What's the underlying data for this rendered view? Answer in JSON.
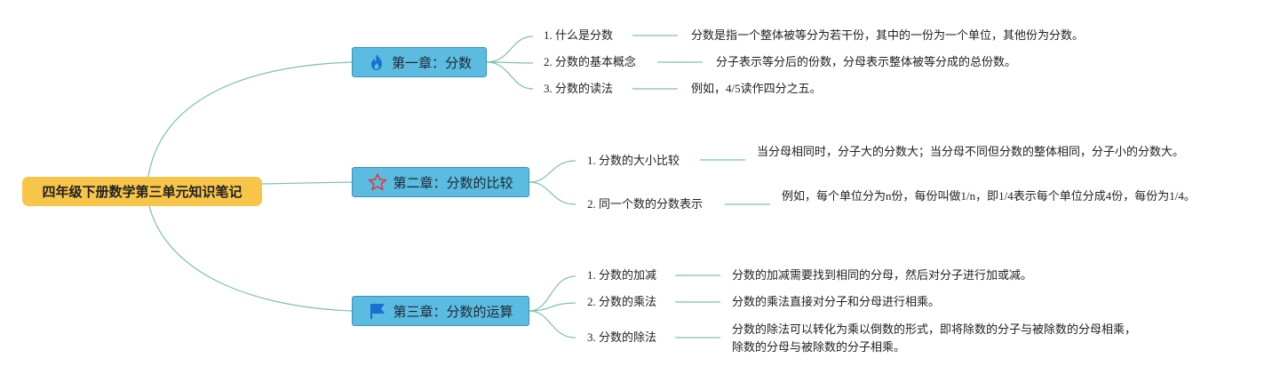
{
  "root": {
    "title": "四年级下册数学第三单元知识笔记"
  },
  "chapters": [
    {
      "title": "第一章：分数",
      "icon": "flame-icon",
      "topics": [
        {
          "label": "1. 什么是分数",
          "desc": "分数是指一个整体被等分为若干份，其中的一份为一个单位，其他份为分数。"
        },
        {
          "label": "2. 分数的基本概念",
          "desc": "分子表示等分后的份数，分母表示整体被等分成的总份数。"
        },
        {
          "label": "3. 分数的读法",
          "desc": "例如，4/5读作四分之五。"
        }
      ]
    },
    {
      "title": "第二章：分数的比较",
      "icon": "star-icon",
      "topics": [
        {
          "label": "1. 分数的大小比较",
          "desc": "当分母相同时，分子大的分数大；当分母不同但分数的整体相同，分子小的分数大。"
        },
        {
          "label": "2. 同一个数的分数表示",
          "desc": "例如，每个单位分为n份，每份叫做1/n，即1/4表示每个单位分成4份，每份为1/4。"
        }
      ]
    },
    {
      "title": "第三章：分数的运算",
      "icon": "flag-icon",
      "topics": [
        {
          "label": "1. 分数的加减",
          "desc": "分数的加减需要找到相同的分母，然后对分子进行加或减。"
        },
        {
          "label": "2. 分数的乘法",
          "desc": "分数的乘法直接对分子和分母进行相乘。"
        },
        {
          "label": "3. 分数的除法",
          "desc": "分数的除法可以转化为乘以倒数的形式，即将除数的分子与被除数的分母相乘，\n除数的分母与被除数的分子相乘。"
        }
      ]
    }
  ],
  "colors": {
    "line": "#7fbfb0",
    "root_fill": "#f6c54a",
    "chapter_fill": "#5bbbe0",
    "flame": "#1a6fd1",
    "star": "#e03a3a",
    "flag": "#1a6fd1"
  }
}
